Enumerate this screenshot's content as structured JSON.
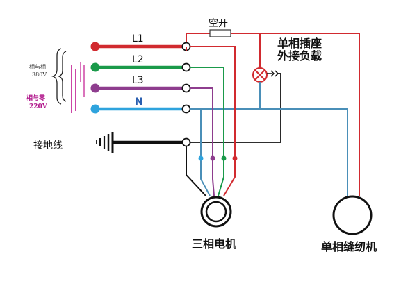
{
  "labels": {
    "l1": "L1",
    "l2": "L2",
    "l3": "L3",
    "n": "N",
    "air_switch": "空开",
    "socket_line1": "单相插座",
    "socket_line2": "外接负载",
    "ground": "接地线",
    "phase_to_phase_a": "相与相",
    "phase_to_phase_b": "380V",
    "phase_to_neutral_a": "相与零",
    "phase_to_neutral_b": "220V",
    "three_phase_motor": "三相电机",
    "single_phase_machine": "单相缝纫机"
  },
  "colors": {
    "l1": "#d12a2f",
    "l2": "#1a9a4a",
    "l3": "#8e3d8e",
    "n": "#2ea3dd",
    "ground": "#111111",
    "socket_wire": "#4a8fb8",
    "pink": "#c0188f"
  },
  "icons": {
    "socket_lamp": "lamp-cross-icon",
    "ground_symbol": "ground-icon",
    "motor": "double-circle-icon",
    "machine": "circle-icon"
  }
}
